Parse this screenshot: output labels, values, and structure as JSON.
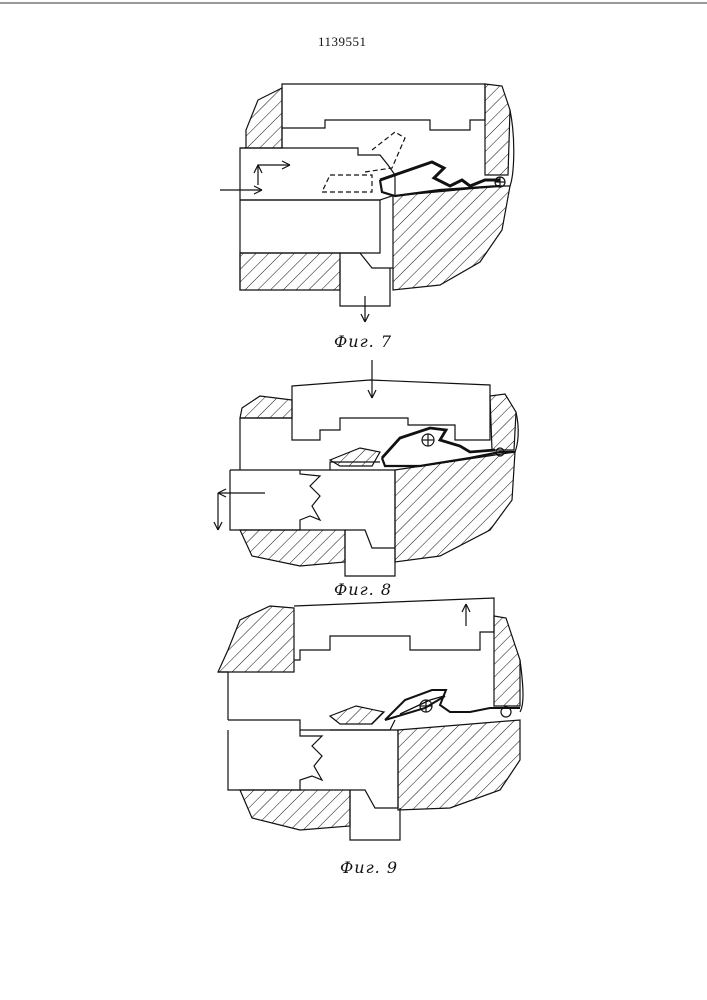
{
  "document": {
    "page_number": "1139551",
    "figures": [
      {
        "caption": "Фиг. 7"
      },
      {
        "caption": "Фиг. 8"
      },
      {
        "caption": "Фиг. 9"
      }
    ]
  },
  "colors": {
    "ink": "#111111",
    "paper": "#ffffff"
  }
}
